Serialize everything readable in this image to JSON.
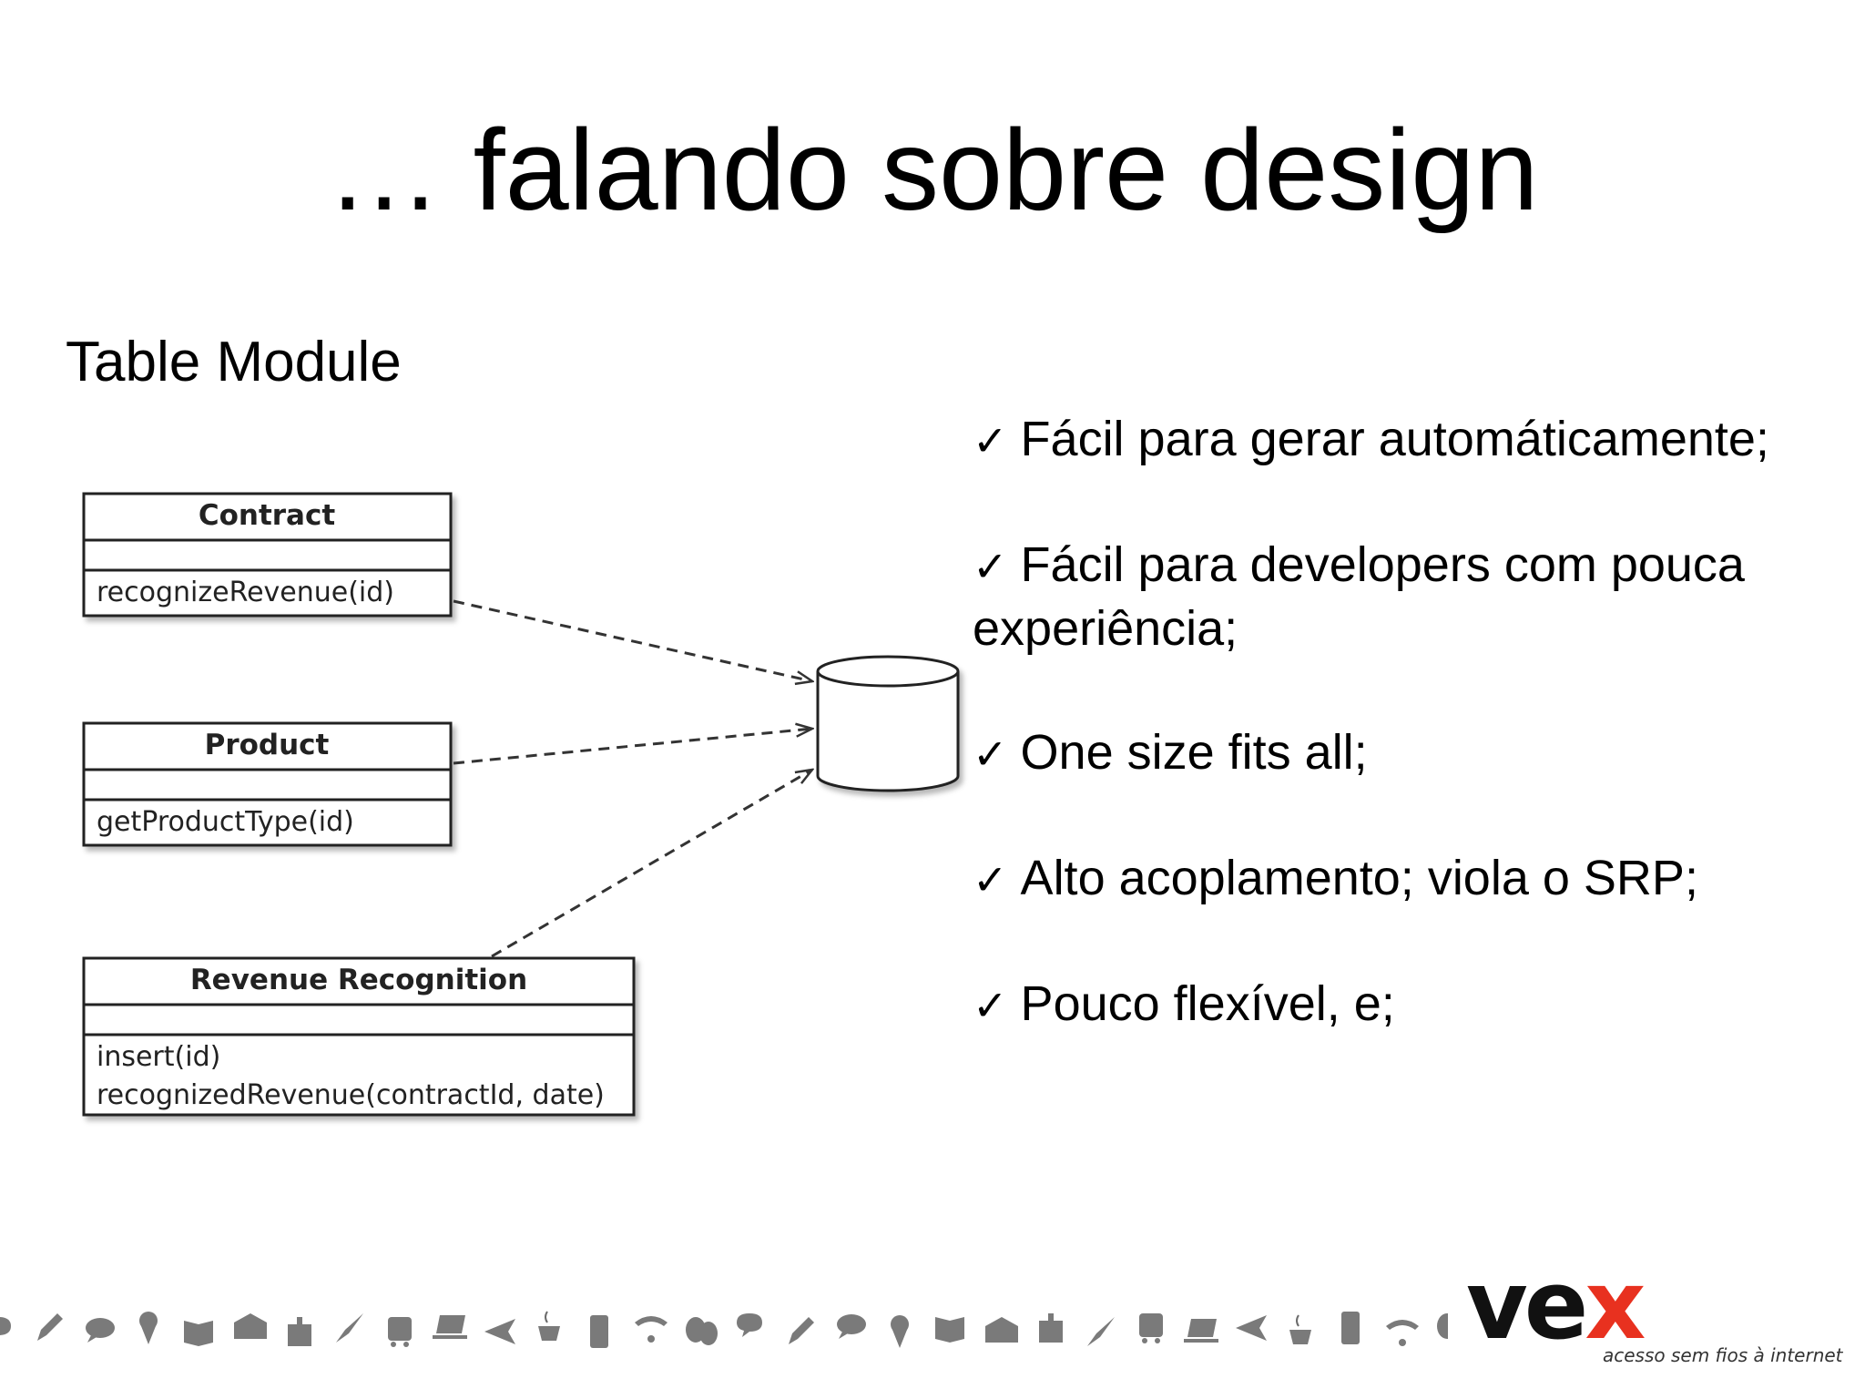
{
  "slide": {
    "title": "… falando sobre design",
    "subtitle": "Table Module"
  },
  "diagram": {
    "classes": [
      {
        "name": "Contract",
        "methods": [
          "recognizeRevenue(id)"
        ]
      },
      {
        "name": "Product",
        "methods": [
          "getProductType(id)"
        ]
      },
      {
        "name": "Revenue Recognition",
        "methods": [
          "insert(id)",
          "recognizedRevenue(contractId, date)"
        ]
      }
    ]
  },
  "bullets": [
    {
      "mark": "✓",
      "text": "Fácil para gerar automáticamente;"
    },
    {
      "mark": "✓",
      "text": "Fácil para developers com pouca experiência;"
    },
    {
      "mark": "✓",
      "text": "One size fits all;"
    },
    {
      "mark": "✓",
      "text": "Alto acoplamento; viola o SRP;"
    },
    {
      "mark": "✓",
      "text": "Pouco flexível, e;"
    }
  ],
  "footer": {
    "logo_prefix": "ve",
    "logo_accent": "x",
    "logo_tagline": "acesso sem fios à internet",
    "accent_color": "#e8311f",
    "icons": [
      "speech-icon",
      "pencil-icon",
      "chat-icon",
      "ice-cream-icon",
      "book-icon",
      "mail-icon",
      "gift-icon",
      "brush-icon",
      "bus-icon",
      "laptop-icon",
      "plane-icon",
      "coffee-icon",
      "phone-icon",
      "wifi-icon",
      "masks-icon"
    ]
  }
}
